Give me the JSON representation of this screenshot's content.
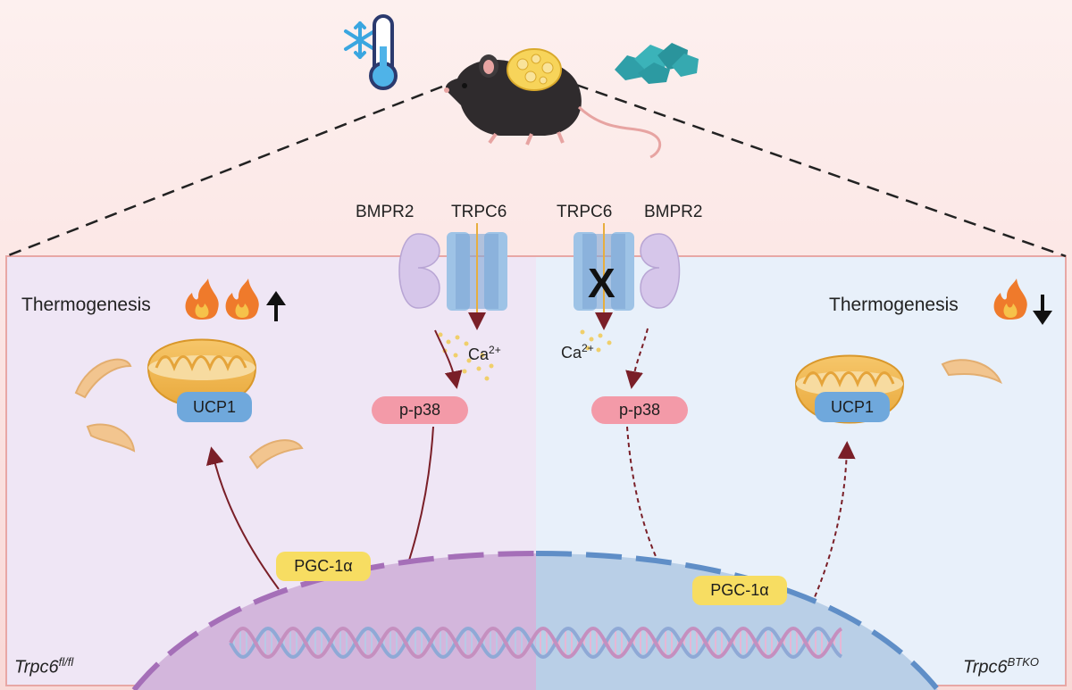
{
  "left_panel": {
    "genotype": "Trpc6",
    "genotype_sup": "fl/fl",
    "thermogenesis_label": "Thermogenesis",
    "receptor_left": "BMPR2",
    "receptor_right": "TRPC6",
    "calcium": "Ca",
    "calcium_sup": "2+",
    "kinase": "p-p38",
    "coactivator": "PGC-1α",
    "protein": "UCP1"
  },
  "right_panel": {
    "genotype": "Trpc6",
    "genotype_sup": "BTKO",
    "thermogenesis_label": "Thermogenesis",
    "receptor_left": "TRPC6",
    "receptor_right": "BMPR2",
    "blocked_mark": "X",
    "calcium": "Ca",
    "calcium_sup": "2+",
    "kinase": "p-p38",
    "coactivator": "PGC-1α",
    "protein": "UCP1"
  },
  "icons": [
    "snowflake-icon",
    "thermometer-icon",
    "mouse-icon",
    "fat-pad-icon",
    "ice-cubes-icon",
    "flame-icon",
    "up-arrow-icon",
    "down-arrow-icon",
    "mitochondrion-icon",
    "dna-helix-icon"
  ],
  "colors": {
    "top_background": "#fbe3e1",
    "left_panel": "#efe6f5",
    "right_panel": "#e8f0fa",
    "nucleus_left": "#d3b6dc",
    "nucleus_right": "#b9cfe7",
    "arrow": "#7a1f28",
    "pp38": "#f39aa8",
    "pgc": "#f7dd62",
    "ucp1": "#6fa8dc",
    "channel": "#9ec3e6",
    "bmpr2": "#d6c6ea"
  }
}
